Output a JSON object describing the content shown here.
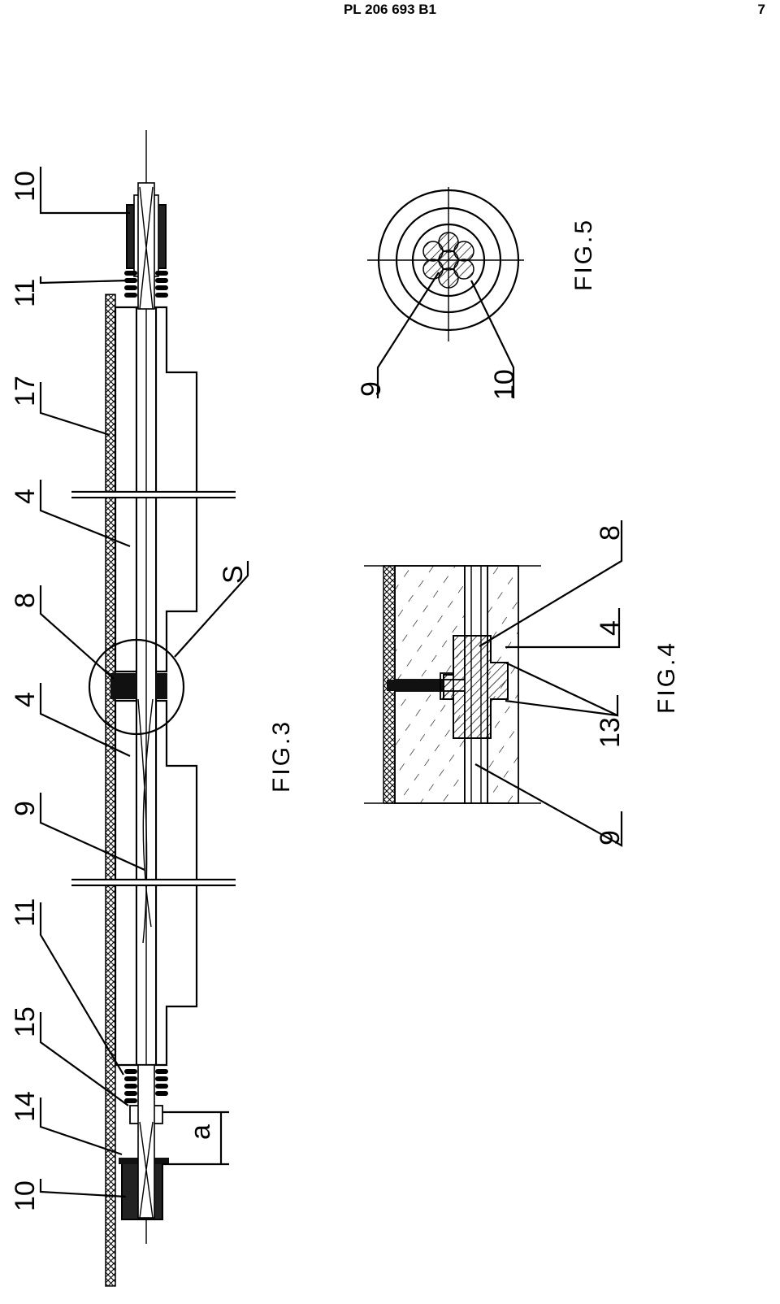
{
  "header": {
    "doc_number": "PL 206 693 B1",
    "page_number": "7"
  },
  "fig3": {
    "caption": "FIG.3",
    "labels": {
      "l10_top": "10",
      "l11_top": "11",
      "l17": "17",
      "l4_top": "4",
      "l8": "8",
      "lS": "S",
      "l4_mid": "4",
      "l9": "9",
      "l11_bot": "11",
      "l15": "15",
      "l14": "14",
      "l10_bot": "10",
      "la": "a"
    }
  },
  "fig4": {
    "caption": "FIG.4",
    "labels": {
      "l8": "8",
      "l4": "4",
      "l13": "13",
      "l9": "9"
    }
  },
  "fig5": {
    "caption": "FIG.5",
    "labels": {
      "l9": "9",
      "l10": "10"
    }
  }
}
